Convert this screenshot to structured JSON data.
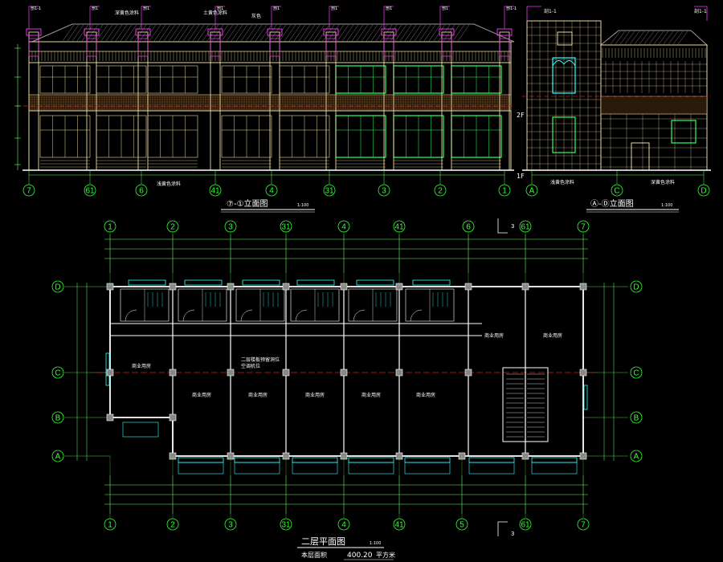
{
  "colors": {
    "background": "#000000",
    "wall_yellow": "#e8d9a0",
    "window_green": "#33ff66",
    "window_cyan": "#33ffff",
    "grid_green": "#33ff33",
    "magenta": "#ff33ff",
    "red_axis": "#cc2222",
    "roof_gray": "#9a9a9a",
    "white": "#ffffff",
    "dim_line": "#66ff66"
  },
  "front_elevation": {
    "title": "⑦-①立面图",
    "scale": "1:100",
    "axes": [
      "7",
      "61",
      "6",
      "41",
      "4",
      "31",
      "3",
      "2",
      "1"
    ],
    "section_marks": [
      "剖1-1",
      "剖1",
      "剖1",
      "剖1",
      "剖1",
      "剖1",
      "剖1",
      "剖1",
      "剖1-1"
    ],
    "callouts": [
      "深黄色涂料",
      "土黄色涂料",
      "灰色",
      "浅黄色涂料"
    ]
  },
  "side_elevation": {
    "title": "Ⓐ-Ⓓ立面图",
    "scale": "1:100",
    "axes": [
      "A",
      "C",
      "D"
    ],
    "level_labels": [
      "2F",
      "1F"
    ],
    "section_marks": [
      "剖1-1",
      "剖1-1"
    ],
    "callouts": [
      "浅黄色涂料",
      "深黄色涂料"
    ]
  },
  "floor_plan": {
    "title": "二层平面图",
    "scale": "1:100",
    "area_label": "本层面积",
    "area_value": "400.20",
    "area_unit": "平方米",
    "axes_top": [
      "1",
      "2",
      "3",
      "31",
      "4",
      "41",
      "6",
      "61",
      "7"
    ],
    "axes_bottom": [
      "1",
      "2",
      "3",
      "31",
      "4",
      "41",
      "5",
      "61",
      "7"
    ],
    "axes_side": [
      "D",
      "C",
      "B",
      "A"
    ],
    "section_mark": "3",
    "rooms": [
      "商业用房",
      "商业用房",
      "商业用房",
      "商业用房",
      "商业用房",
      "商业用房",
      "商业用房",
      "商业用房"
    ],
    "notes": [
      "二层楼板预留洞位",
      "空调机位"
    ]
  }
}
